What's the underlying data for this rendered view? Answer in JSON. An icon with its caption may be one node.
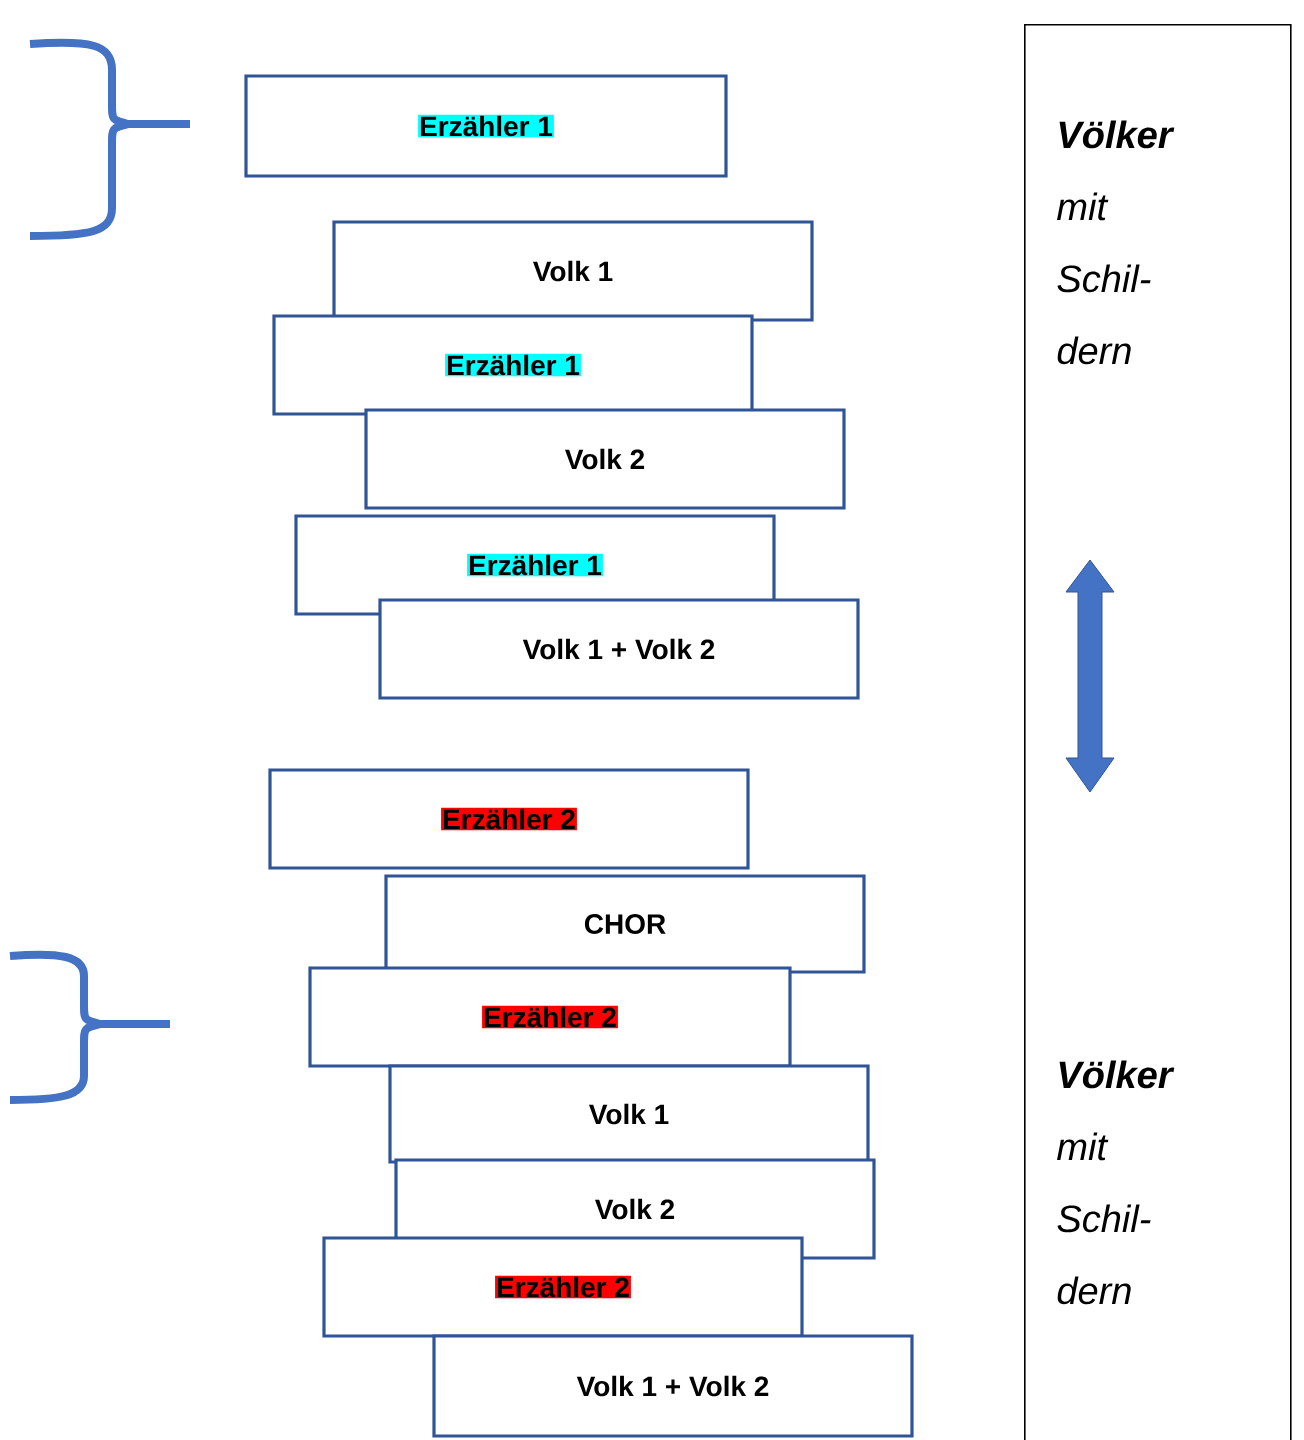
{
  "diagram": {
    "nodes": [
      {
        "text": [
          "Erzähler 1"
        ]
      },
      {
        "text": [
          "Volk 1"
        ]
      },
      {
        "text": [
          "Erzähler 1"
        ]
      },
      {
        "text": [
          "Volk 2"
        ]
      },
      {
        "text": [
          "Erzähler 1"
        ]
      },
      {
        "text": [
          "Volk 1 + Volk 2"
        ]
      },
      {
        "text": [
          "Erzähler 2"
        ]
      },
      {
        "text": [
          "CHOR"
        ]
      },
      {
        "text": [
          "Erzähler 2"
        ]
      },
      {
        "text": [
          "Volk 1"
        ]
      },
      {
        "text": [
          "Volk 2"
        ]
      },
      {
        "text": [
          "Erzähler 2"
        ]
      },
      {
        "text": [
          "Volk 1 + Volk 2"
        ]
      },
      {
        "text": [
          "**Völker** mit Schil-dern",
          "**Völker** mit Schil-dern"
        ]
      }
    ]
  }
}
